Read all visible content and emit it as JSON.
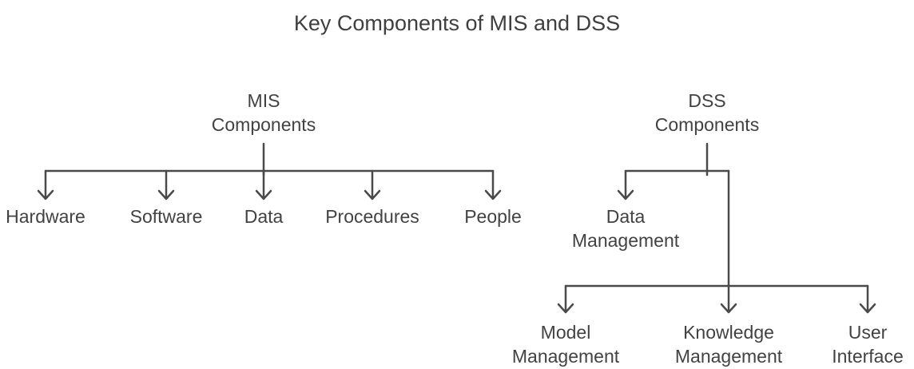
{
  "title": "Key Components of MIS and DSS",
  "colors": {
    "line": "#4a4a4a",
    "text": "#424242",
    "background": "#ffffff"
  },
  "mis_tree": {
    "root": "MIS Components",
    "children": [
      {
        "label": "Hardware"
      },
      {
        "label": "Software"
      },
      {
        "label": "Data"
      },
      {
        "label": "Procedures"
      },
      {
        "label": "People"
      }
    ]
  },
  "dss_tree": {
    "root": "DSS Components",
    "level1_children": [
      {
        "label": "Data Management"
      }
    ],
    "level2_children": [
      {
        "label": "Model Management"
      },
      {
        "label": "Knowledge Management"
      },
      {
        "label": "User Interface"
      }
    ]
  }
}
